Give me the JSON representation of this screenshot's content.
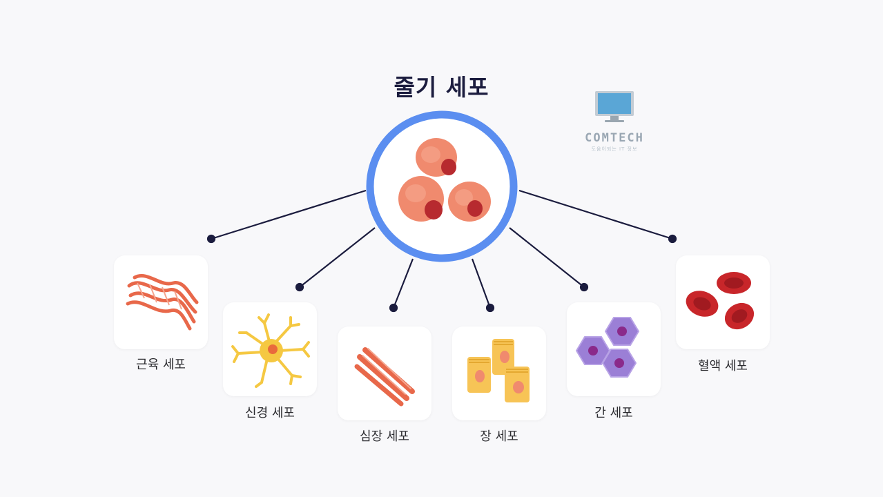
{
  "title": "줄기 세포",
  "logo": {
    "name": "COMTECH",
    "tagline": "도움이되는 IT 정보"
  },
  "center": {
    "icon": "stem-cell-cluster-icon",
    "ring_color": "#5b8ef0"
  },
  "branches": [
    {
      "id": "muscle",
      "label": "근육 세포",
      "icon": "muscle-cell-icon"
    },
    {
      "id": "nerve",
      "label": "신경 세포",
      "icon": "nerve-cell-icon"
    },
    {
      "id": "cardiac",
      "label": "심장 세포",
      "icon": "cardiac-cell-icon"
    },
    {
      "id": "intestinal",
      "label": "장 세포",
      "icon": "intestinal-cell-icon"
    },
    {
      "id": "liver",
      "label": "간 세포",
      "icon": "liver-cell-icon"
    },
    {
      "id": "blood",
      "label": "혈액 세포",
      "icon": "red-blood-cell-icon"
    }
  ],
  "colors": {
    "line": "#1b1c3e",
    "title": "#1b1c3e",
    "ring": "#5b8ef0",
    "stem": "#f08a6e",
    "nerve": "#f5c842",
    "intestinal": "#f7c456",
    "liver": "#9b7fd6",
    "blood": "#c8262a"
  }
}
